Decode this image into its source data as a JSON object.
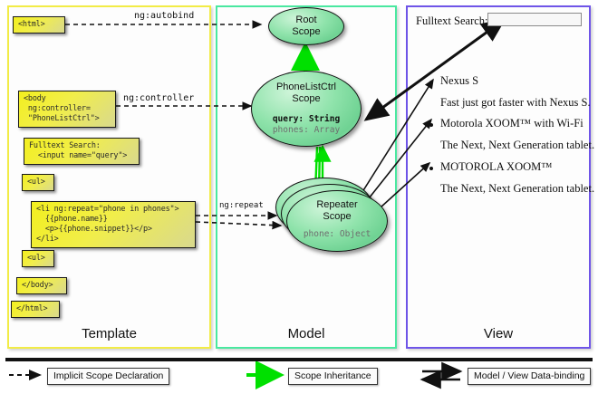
{
  "columns": [
    {
      "id": "template",
      "label": "Template",
      "border_color": "#f2ec46"
    },
    {
      "id": "model",
      "label": "Model",
      "border_color": "#4ae8a0"
    },
    {
      "id": "view",
      "label": "View",
      "border_color": "#6f55e8"
    }
  ],
  "template": {
    "boxes": [
      {
        "name": "html-open-tag",
        "text": "<html>"
      },
      {
        "name": "body-open-tag",
        "text": "<body\n ng:controller=\n \"PhoneListCtrl\">"
      },
      {
        "name": "fulltext-search",
        "text": "Fulltext Search:\n  <input name=\"query\">"
      },
      {
        "name": "ul-open-tag",
        "text": "<ul>"
      },
      {
        "name": "li-repeat-block",
        "text": "<li ng:repeat=\"phone in phones\">\n  {{phone.name}}\n  <p>{{phone.snippet}}</p>\n</li>"
      },
      {
        "name": "ul-close-tag",
        "text": "<ul>"
      },
      {
        "name": "body-close-tag",
        "text": "</body>"
      },
      {
        "name": "html-close-tag",
        "text": "</html>"
      }
    ]
  },
  "connectors": {
    "autobind_label": "ng:autobind",
    "controller_label": "ng:controller",
    "repeat_label": "ng:repeat"
  },
  "model": {
    "scopes": [
      {
        "name": "root-scope",
        "title": "Root\nScope",
        "props": []
      },
      {
        "name": "phonelistctrl-scope",
        "title": "PhoneListCtrl\nScope",
        "props": [
          {
            "text": "query: String",
            "style": "strong"
          },
          {
            "text": "phones: Array",
            "style": "dim"
          }
        ]
      },
      {
        "name": "repeater-scope",
        "title": "Repeater\nScope",
        "props": [
          {
            "text": "phone: Object",
            "style": "dim"
          }
        ]
      }
    ]
  },
  "view": {
    "search_label": "Fulltext Search:",
    "search_value": "",
    "search_placeholder": "",
    "phones": [
      {
        "name": "Nexus S",
        "snippet": "Fast just got faster with Nexus S."
      },
      {
        "name": "Motorola XOOM™  with Wi-Fi",
        "snippet": "The Next, Next Generation tablet."
      },
      {
        "name": "MOTOROLA XOOM™",
        "snippet": "The Next, Next Generation tablet."
      }
    ]
  },
  "legend": [
    {
      "name": "implicit-scope-declaration",
      "label": "Implicit Scope Declaration",
      "arrow": "dashed-black"
    },
    {
      "name": "scope-inheritance",
      "label": "Scope Inheritance",
      "arrow": "solid-green"
    },
    {
      "name": "model-view-data-binding",
      "label": "Model / View Data-binding",
      "arrow": "double-black"
    }
  ],
  "colors": {
    "template_border": "#f2ec46",
    "model_border": "#4ae8a0",
    "view_border": "#6f55e8",
    "code_box_fill": "#f1ee4a",
    "scope_fill": "#8fe3ab",
    "inheritance_arrow": "#00e000"
  }
}
